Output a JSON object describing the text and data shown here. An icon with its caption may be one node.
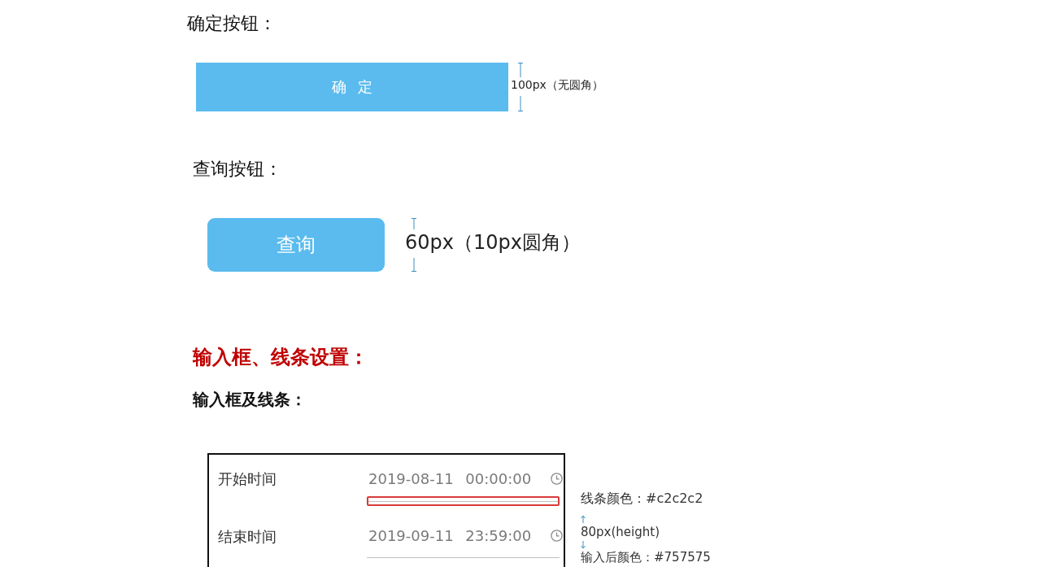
{
  "diagram": {
    "nodes": [
      {
        "text": [
          "确 定"
        ],
        "beside": [
          "100px（无圆角）"
        ]
      },
      {
        "text": [
          "查询"
        ],
        "beside": [
          "60px（10px圆角）"
        ]
      },
      {
        "text": [
          "开始时间",
          "2019-08-11 00:00:00",
          "结束时间",
          "2019-09-11 23:59:00"
        ],
        "beside": [
          "线条颜色：#c2c2c2",
          "80px(height)",
          "输入后颜色：#757575"
        ]
      }
    ],
    "labels": [
      "确定按钮：",
      "查询按钮：",
      "输入框、线条设置：",
      "输入框及线条："
    ]
  }
}
